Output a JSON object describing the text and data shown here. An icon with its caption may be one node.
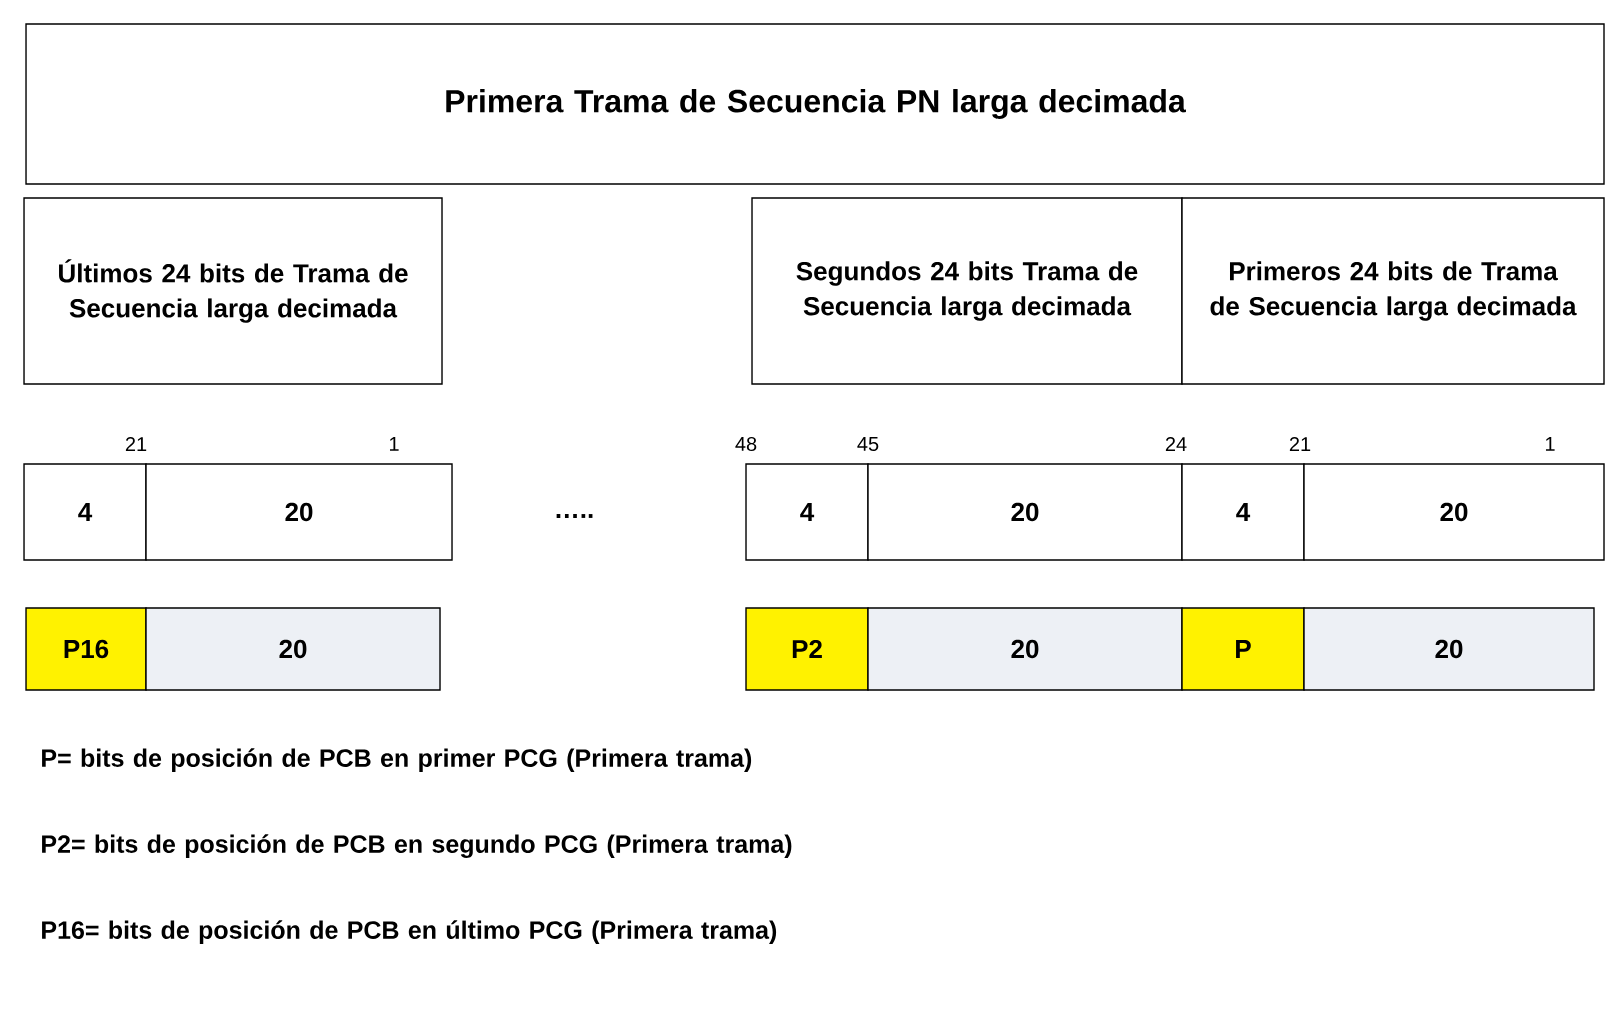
{
  "diagram": {
    "nodes": [
      {
        "text": [
          "Primera Trama de Secuencia PN larga decimada"
        ]
      },
      {
        "text": [
          "Últimos 24 bits de Trama de Secuencia larga decimada"
        ]
      },
      {
        "text": [
          "Segundos 24 bits Trama de Secuencia larga decimada"
        ]
      },
      {
        "text": [
          "Primeros 24 bits de Trama de Secuencia larga decimada"
        ]
      },
      {
        "text": [
          "4"
        ]
      },
      {
        "text": [
          "20"
        ]
      },
      {
        "text": [
          "4"
        ]
      },
      {
        "text": [
          "20"
        ]
      },
      {
        "text": [
          "4"
        ]
      },
      {
        "text": [
          "20"
        ]
      },
      {
        "text": [
          "P16"
        ]
      },
      {
        "text": [
          "20"
        ]
      },
      {
        "text": [
          "P2"
        ]
      },
      {
        "text": [
          "20"
        ]
      },
      {
        "text": [
          "P"
        ]
      },
      {
        "text": [
          "20"
        ]
      }
    ],
    "labels": [
      "21",
      "1",
      "…..",
      "48",
      "45",
      "24",
      "21",
      "1",
      "P= bits de posición de PCB en primer PCG (Primera trama)",
      "P2= bits de posición de PCB en segundo PCG (Primera trama)",
      "P16= bits de posición de PCB en último PCG (Primera trama)"
    ]
  }
}
